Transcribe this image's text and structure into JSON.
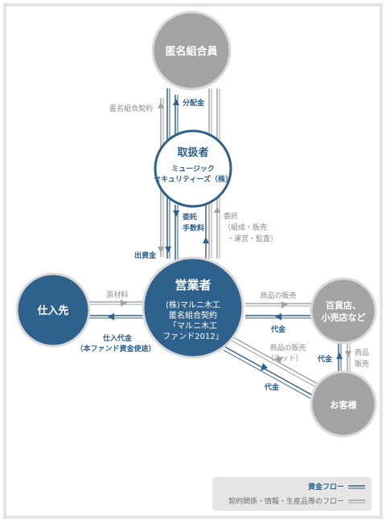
{
  "nodes": {
    "investor": {
      "label": "匿名組合員",
      "color": "#a3a3a3"
    },
    "handler": {
      "label": "取扱者",
      "sub1": "ミュージック",
      "sub2": "セキュリティーズ（株）",
      "color": "#ffffff",
      "label_color": "#2a5f8c"
    },
    "operator": {
      "label": "営業者",
      "line1": "(株)マルニ木工",
      "line2": "匿名組合契約",
      "line3": "「マルニ木工",
      "line4": "ファンド2012」",
      "color": "#2e628c"
    },
    "supplier": {
      "label": "仕入先",
      "color": "#2e628c"
    },
    "stores": {
      "label1": "百貨店、",
      "label2": "小売店など",
      "color": "#a3a3a3"
    },
    "customer": {
      "label": "お客様",
      "color": "#a3a3a3"
    }
  },
  "edges": {
    "contract_label": "匿名組合契約",
    "dividend": "分配金",
    "commission": "委託",
    "fee": "手数料",
    "commission_gray": "委託",
    "commission_detail1": "（組成・販売",
    "commission_detail2": "・運営・監査）",
    "investment": "出資金",
    "raw_materials": "原材料",
    "purchase_payment": "仕入代金",
    "purchase_payment_note": "（本ファンド資金使途）",
    "product_sales": "商品の販売",
    "payment_stores": "代金",
    "product_sales_net": "商品の販売",
    "product_sales_net_note": "（ネット）",
    "payment_customer": "代金",
    "payment_customer_store": "代金",
    "product_sales_store1": "商品",
    "product_sales_store2": "販売"
  },
  "legend": {
    "money_flow": "資金フロー",
    "contract_flow": "契約関係・情報・生産品等のフロー"
  },
  "colors": {
    "blue": "#2e628c",
    "blue_text": "#2a5f8c",
    "gray": "#a3a3a3",
    "gray_text": "#8a8a8a",
    "legend_bg": "#e6e6e6"
  }
}
